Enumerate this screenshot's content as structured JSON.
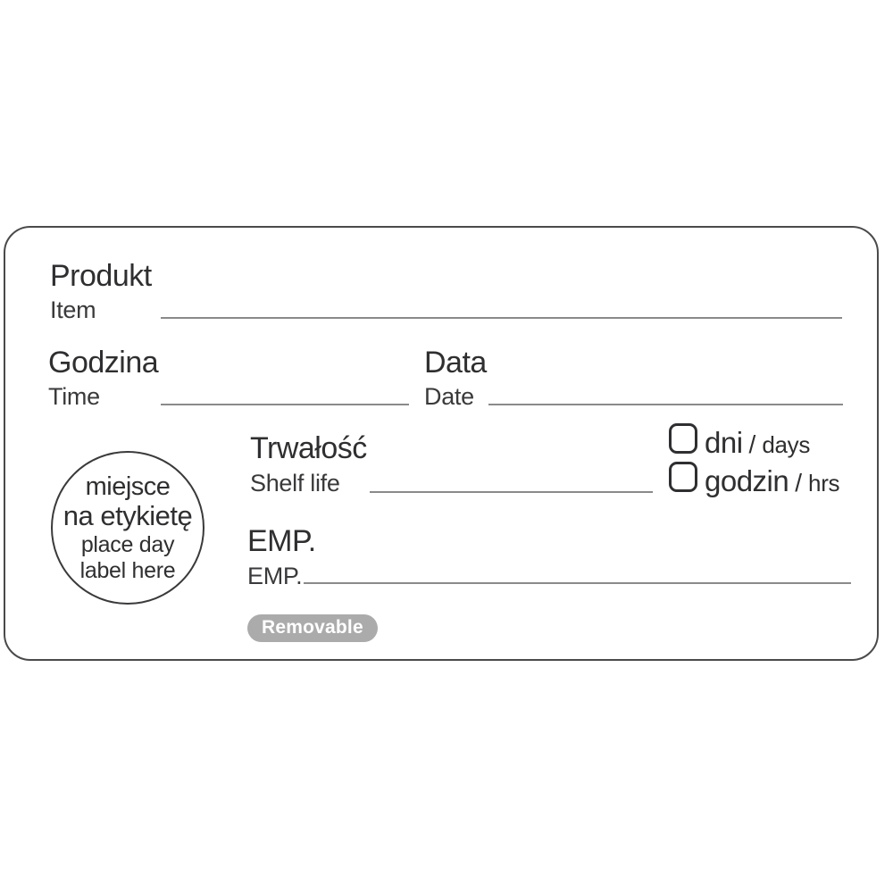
{
  "label": {
    "fields": {
      "product": {
        "pl": "Produkt",
        "en": "Item"
      },
      "time": {
        "pl": "Godzina",
        "en": "Time"
      },
      "date": {
        "pl": "Data",
        "en": "Date"
      },
      "shelf_life": {
        "pl": "Trwałość",
        "en": "Shelf life"
      },
      "employee": {
        "pl": "EMP.",
        "en": "EMP."
      }
    },
    "units": {
      "days": {
        "pl": "dni",
        "sep": "/",
        "en": "days"
      },
      "hours": {
        "pl": "godzin",
        "sep": "/",
        "en": "hrs"
      }
    },
    "inputs": {
      "product_value": "",
      "time_value": "",
      "date_value": "",
      "shelf_life_value": "",
      "employee_value": ""
    },
    "checkboxes": {
      "days_checked": "",
      "hours_checked": ""
    },
    "day_circle": {
      "line1_pl": "miejsce",
      "line2_pl": "na etykietę",
      "line3_en": "place day",
      "line4_en": "label here"
    },
    "badge_text": "Removable",
    "colors": {
      "text": "#2f2f31",
      "write_line": "#8a8a8a",
      "card_border": "#4a4a4c",
      "badge_bg": "#ababab",
      "badge_text": "#ffffff"
    }
  }
}
